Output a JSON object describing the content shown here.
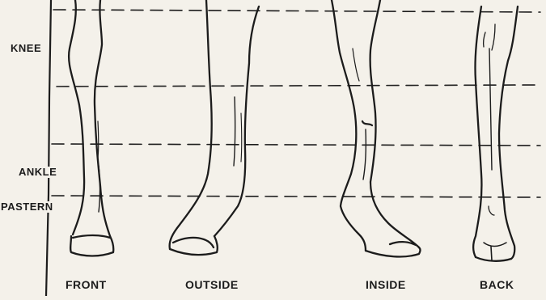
{
  "labels": {
    "knee": "KNEE",
    "ankle": "ANKLE",
    "pastern": "PASTERN"
  },
  "views": {
    "front": "FRONT",
    "outside": "OUTSIDE",
    "inside": "INSIDE",
    "back": "BACK"
  },
  "colors": {
    "ink": "#1c1c1c",
    "paper": "#f4f1ea"
  }
}
